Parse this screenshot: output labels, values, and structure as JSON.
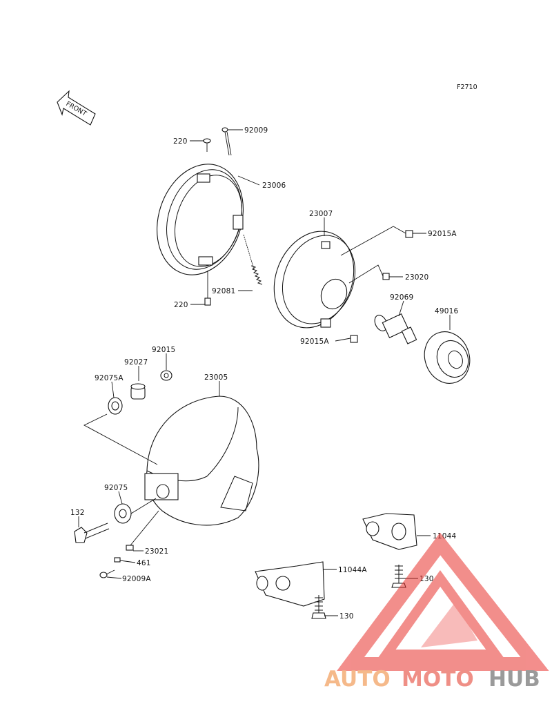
{
  "figure_code": "F2710",
  "front_label": "FRONT",
  "watermark": {
    "part1": "AUTO",
    "part2": "MOTO",
    "part3": "HUB",
    "color_triangle": "#e9322d",
    "color_auto": "#f5b98a",
    "color_moto": "#ef8f86",
    "color_hub": "#9a9a9a"
  },
  "callouts": {
    "c220_top": "220",
    "c92009": "92009",
    "c23006": "23006",
    "c23007": "23007",
    "c92015A_top": "92015A",
    "c23020": "23020",
    "c92081": "92081",
    "c220_bottom": "220",
    "c92069": "92069",
    "c49016": "49016",
    "c92015A_bottom": "92015A",
    "c92015": "92015",
    "c92027": "92027",
    "c92075A": "92075A",
    "c23005": "23005",
    "c92075": "92075",
    "c132": "132",
    "c23021": "23021",
    "c461": "461",
    "c92009A": "92009A",
    "c11044": "11044",
    "c11044A": "11044A",
    "c130_right": "130",
    "c130_bottom": "130"
  }
}
